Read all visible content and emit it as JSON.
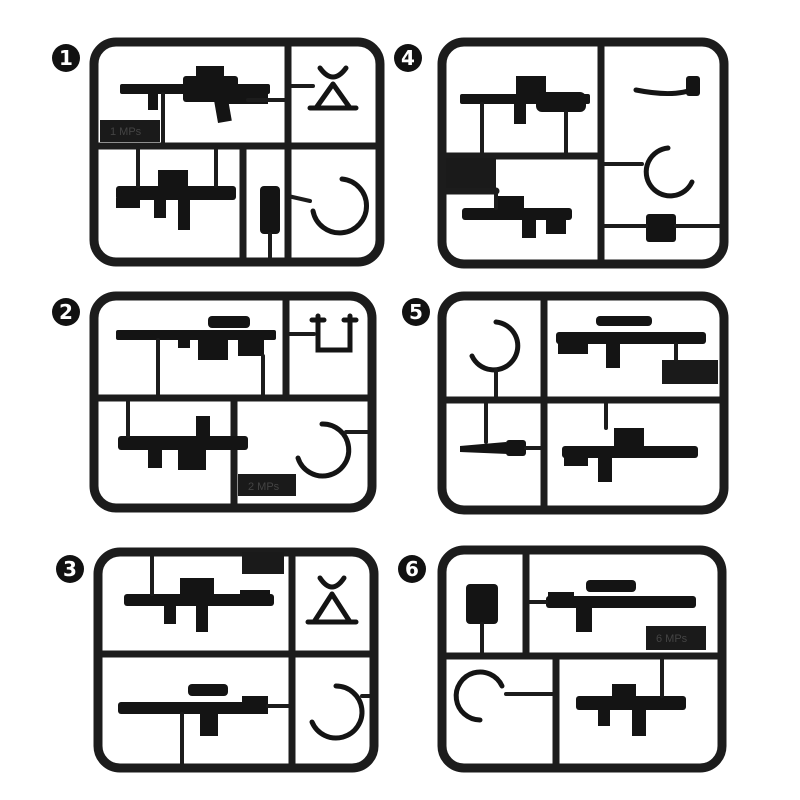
{
  "panels": [
    {
      "number": "1",
      "tag": "1 MPs"
    },
    {
      "number": "2",
      "tag": "2 MPs"
    },
    {
      "number": "3",
      "tag": ""
    },
    {
      "number": "4",
      "tag": ""
    },
    {
      "number": "5",
      "tag": ""
    },
    {
      "number": "6",
      "tag": "6 MPs"
    }
  ],
  "colors": {
    "plastic": "#1c1c1c",
    "background": "#ffffff"
  }
}
